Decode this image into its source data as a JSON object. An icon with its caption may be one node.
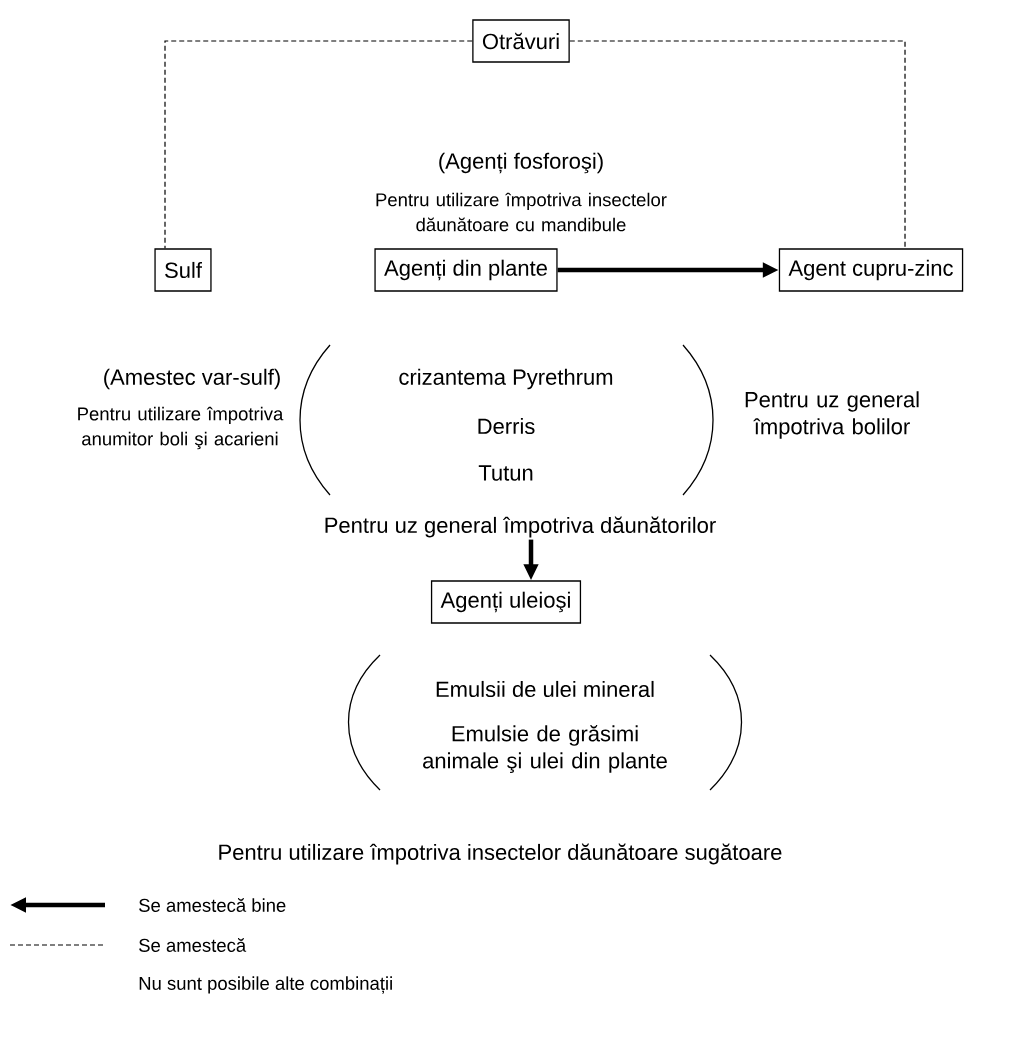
{
  "diagram": {
    "nodes": [
      {
        "text": [
          "Otrăvuri"
        ]
      },
      {
        "text": [
          "Sulf"
        ]
      },
      {
        "text": [
          "Agenți din plante"
        ]
      },
      {
        "text": [
          "Agent cupru-zinc"
        ]
      },
      {
        "text": [
          "Agenți uleioşi"
        ]
      },
      {
        "text": [
          "Pentru uz general împotriva dăunătorilor"
        ]
      }
    ],
    "edges": [
      {
        "from": 0,
        "to": 1,
        "arrow": "none",
        "style": "dashed"
      },
      {
        "from": 0,
        "to": 3,
        "arrow": "none",
        "style": "dashed"
      },
      {
        "from": 2,
        "to": 3,
        "arrow": "to",
        "style": "thick"
      },
      {
        "from": 5,
        "to": 4,
        "arrow": "to",
        "style": "thick"
      }
    ],
    "labels": [
      "(Agenți fosforoşi)",
      "Pentru utilizare împotriva insectelor dăunătoare cu mandibule",
      "(Amestec var-sulf)",
      "Pentru utilizare împotriva anumitor boli şi acarieni",
      "crizantema Pyrethrum",
      "Derris",
      "Tutun",
      "Pentru uz general împotriva bolilor",
      "Emulsii de ulei mineral",
      "Emulsie de grăsimi animale şi ulei din plante",
      "Pentru utilizare împotriva insectelor dăunătoare sugătoare"
    ],
    "legend": [
      {
        "text": "Se amestecă bine"
      },
      {
        "text": "Se amestecă"
      },
      {
        "text": "Nu sunt posibile alte combinații"
      }
    ]
  }
}
